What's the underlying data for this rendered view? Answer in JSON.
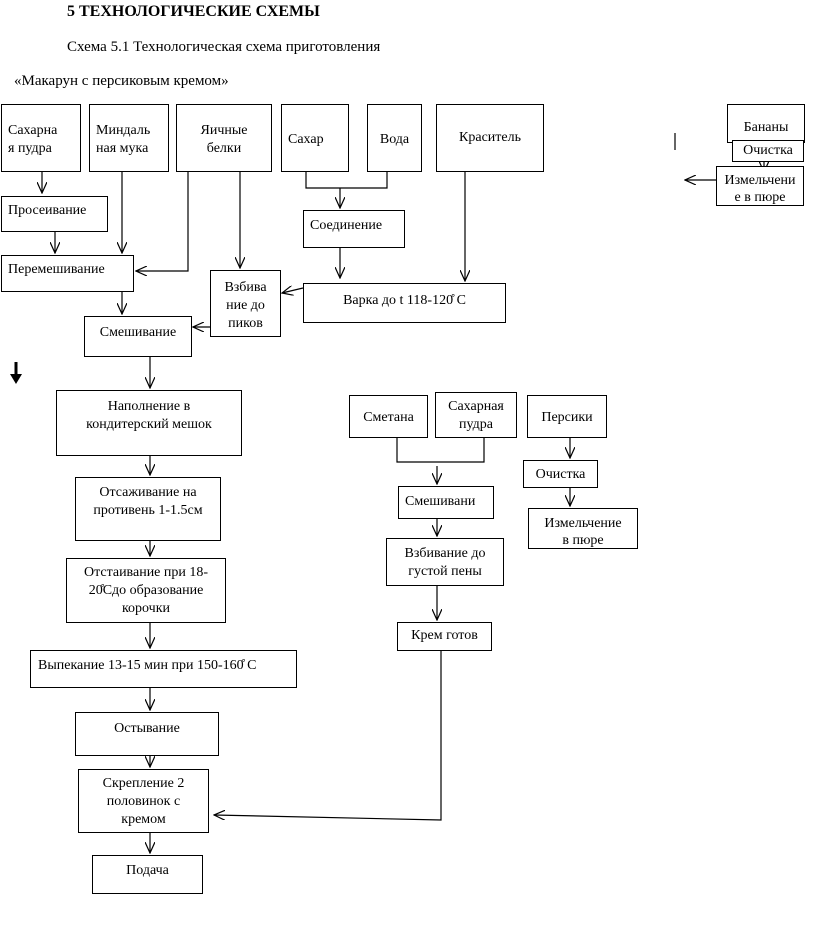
{
  "heading": "5 ТЕХНОЛОГИЧЕСКИЕ СХЕМЫ",
  "scheme_caption": "Схема 5.1 Технологическая схема приготовления",
  "product_name": "«Макарун с персиковым кремом»",
  "nodes": {
    "sugar_powder": "Сахарна\nя пудра",
    "almond_flour": "Миндаль\nная мука",
    "egg_whites": "Яичные\nбелки",
    "sugar": "Сахар",
    "water": "Вода",
    "dye": "Краситель",
    "bananas": "Бананы",
    "banana_peeling": "Очистка",
    "banana_puree": "Измельчени\nе в пюре",
    "sifting": "Просеивание",
    "mixing_dry": "Перемешивание",
    "combining": "Соединение",
    "whipping_peaks": "Взбива\nние до\nпиков",
    "boiling": "Варка до t 118-120̊ С",
    "blending": "Смешивание",
    "filling_bag": "Наполнение в\nкондитерский мешок",
    "piping": "Отсаживание на\nпротивень 1-1.5см",
    "resting": "Отстаивание при  18-\n20̊Сдо образование\nкорочки",
    "baking": "Выпекание 13-15 мин при 150-160̊ С",
    "cooling": "Остывание",
    "joining": "Скрепление 2\nполовинок с\nкремом",
    "serving": "Подача",
    "sour_cream": "Сметана",
    "sugar_powder_cream": "Сахарная\nпудра",
    "peaches": "Персики",
    "cream_mixing": "Смешивани",
    "peach_peeling": "Очистка",
    "peach_puree": "Измельчение\nв пюре",
    "cream_whipping": "Взбивание до\nгустой пены",
    "cream_ready": "Крем готов"
  }
}
